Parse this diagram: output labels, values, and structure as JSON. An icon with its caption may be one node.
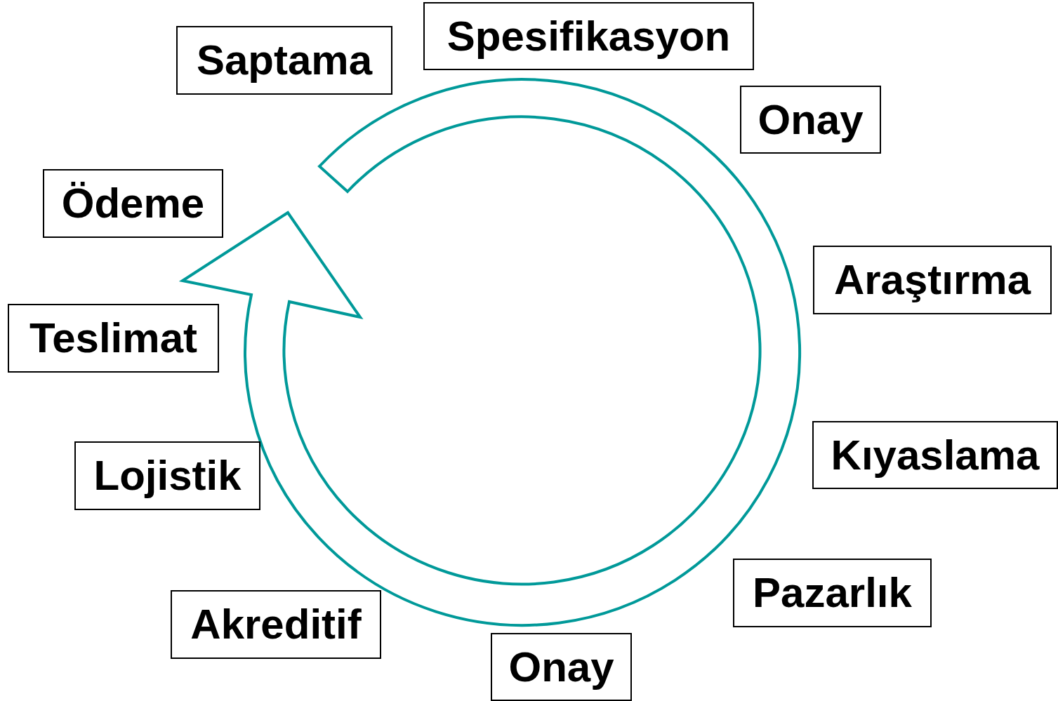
{
  "diagram": {
    "nodes": [
      {
        "text": [
          "Saptama"
        ]
      },
      {
        "text": [
          "Spesifikasyon"
        ]
      },
      {
        "text": [
          "Onay"
        ]
      },
      {
        "text": [
          "Araştırma"
        ]
      },
      {
        "text": [
          "Kıyaslama"
        ]
      },
      {
        "text": [
          "Pazarlık"
        ]
      },
      {
        "text": [
          "Onay"
        ]
      },
      {
        "text": [
          "Akreditif"
        ]
      },
      {
        "text": [
          "Lojistik"
        ]
      },
      {
        "text": [
          "Teslimat"
        ]
      },
      {
        "text": [
          "Ödeme"
        ]
      }
    ]
  }
}
